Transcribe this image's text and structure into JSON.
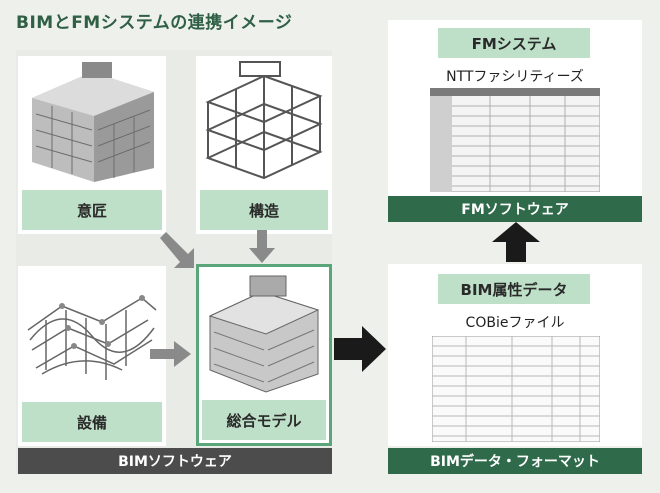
{
  "title": "BIMとFMシステムの連携イメージ",
  "left_panel": {
    "cards": [
      {
        "label": "意匠"
      },
      {
        "label": "構造"
      },
      {
        "label": "設備"
      },
      {
        "label": "総合モデル"
      }
    ],
    "footer": "BIMソフトウェア"
  },
  "right_panel": {
    "fm": {
      "header": "FMシステム",
      "subtitle": "NTTファシリティーズ",
      "footer": "FMソフトウェア"
    },
    "bim": {
      "header": "BIM属性データ",
      "subtitle": "COBieファイル",
      "footer": "BIMデータ・フォーマット"
    }
  },
  "colors": {
    "accent_green": "#2f6a4b",
    "label_green": "#bfe0c8",
    "dark_bar": "#4c4c4c",
    "arrow": "#1a1a1a",
    "gray_arrow": "#8a8a8a"
  }
}
